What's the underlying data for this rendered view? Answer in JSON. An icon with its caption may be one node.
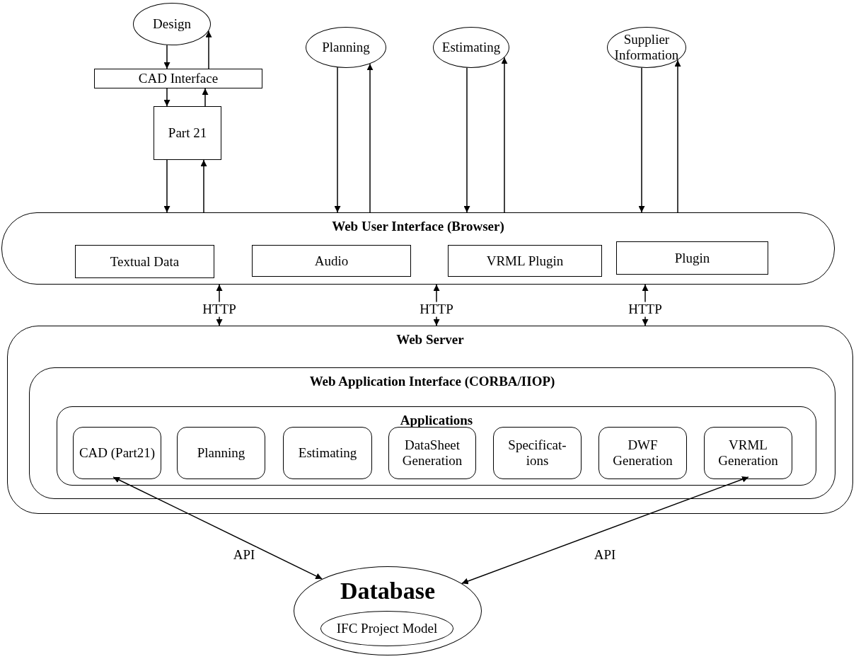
{
  "diagram": {
    "nodes": [
      {
        "text": [
          "Design"
        ]
      },
      {
        "text": [
          "CAD Interface"
        ]
      },
      {
        "text": [
          "Part 21"
        ]
      },
      {
        "text": [
          "Planning"
        ]
      },
      {
        "text": [
          "Estimating"
        ]
      },
      {
        "text": [
          "Supplier Information"
        ]
      },
      {
        "text": [
          "Web User Interface (Browser)"
        ]
      },
      {
        "text": [
          "Textual Data"
        ],
        "in": 6
      },
      {
        "text": [
          "Audio"
        ],
        "in": 6
      },
      {
        "text": [
          "VRML Plugin"
        ],
        "in": 6
      },
      {
        "text": [
          "Plugin"
        ],
        "in": 6
      },
      {
        "text": [
          "Web Server"
        ]
      },
      {
        "text": [
          "Web Application Interface (CORBA/IIOP)"
        ],
        "in": 11
      },
      {
        "text": [
          "Applications"
        ],
        "in": 12
      },
      {
        "text": [
          "CAD (Part21)"
        ],
        "in": 13
      },
      {
        "text": [
          "Planning"
        ],
        "in": 13
      },
      {
        "text": [
          "Estimating"
        ],
        "in": 13
      },
      {
        "text": [
          "DataSheet Generation"
        ],
        "in": 13
      },
      {
        "text": [
          "Specificat- ions"
        ],
        "in": 13
      },
      {
        "text": [
          "DWF Generation"
        ],
        "in": 13
      },
      {
        "text": [
          "VRML Generation"
        ],
        "in": 13
      },
      {
        "text": [
          "Database"
        ]
      },
      {
        "text": [
          "IFC Project Model"
        ],
        "in": 21
      }
    ],
    "edges": [
      {
        "from": 0,
        "to": 1,
        "arrow": "to"
      },
      {
        "from": 1,
        "to": 0,
        "arrow": "to"
      },
      {
        "from": 1,
        "to": 2,
        "arrow": "to"
      },
      {
        "from": 2,
        "to": 1,
        "arrow": "to"
      },
      {
        "from": 2,
        "to": 6,
        "arrow": "to"
      },
      {
        "from": 6,
        "to": 2,
        "arrow": "to"
      },
      {
        "from": 3,
        "to": 6,
        "arrow": "to"
      },
      {
        "from": 6,
        "to": 3,
        "arrow": "to"
      },
      {
        "from": 4,
        "to": 6,
        "arrow": "to"
      },
      {
        "from": 6,
        "to": 4,
        "arrow": "to"
      },
      {
        "from": 5,
        "to": 6,
        "arrow": "to"
      },
      {
        "from": 6,
        "to": 5,
        "arrow": "to"
      },
      {
        "from": 6,
        "to": 11,
        "arrow": "both",
        "label": "HTTP"
      },
      {
        "from": 6,
        "to": 11,
        "arrow": "both",
        "label": "HTTP"
      },
      {
        "from": 6,
        "to": 11,
        "arrow": "both",
        "label": "HTTP"
      },
      {
        "from": 14,
        "to": 21,
        "arrow": "both",
        "label": "API"
      },
      {
        "from": 20,
        "to": 21,
        "arrow": "both",
        "label": "API"
      }
    ]
  }
}
